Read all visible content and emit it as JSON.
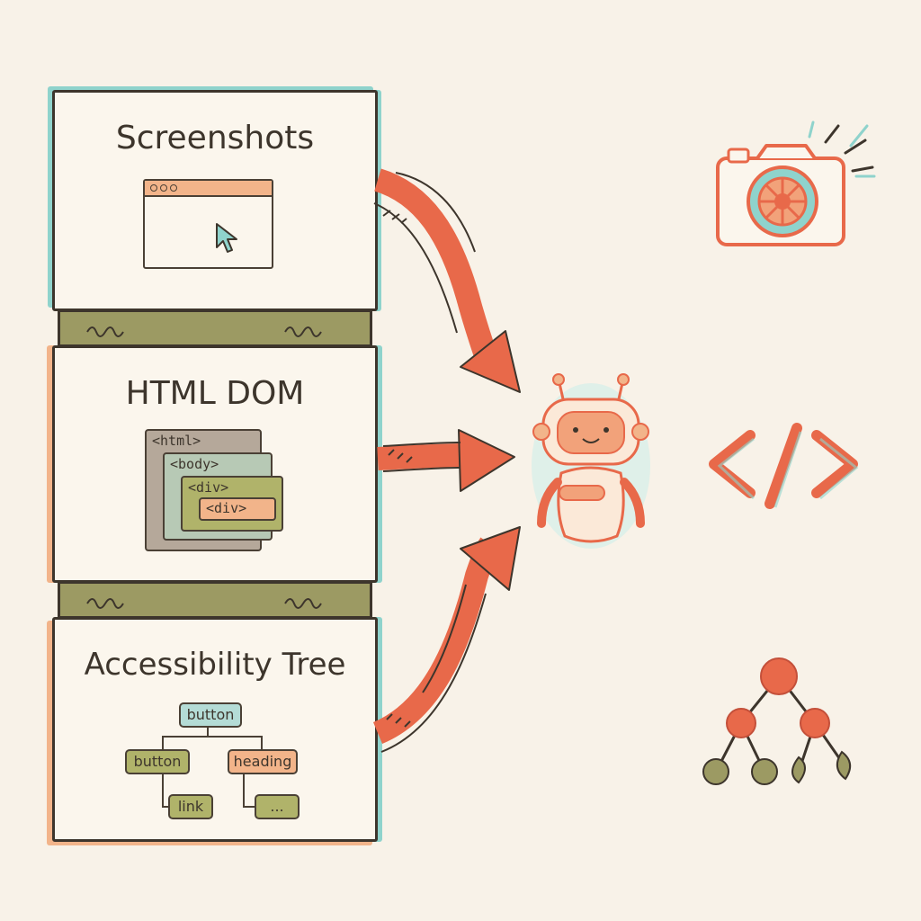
{
  "panels": {
    "screenshots": {
      "title": "Screenshots"
    },
    "html_dom": {
      "title": "HTML DOM",
      "tags": [
        "<html>",
        "<body>",
        "<div>",
        "<div>"
      ]
    },
    "accessibility_tree": {
      "title": "Accessibility Tree",
      "nodes": {
        "root": "button",
        "left": "button",
        "right": "heading",
        "left_child": "link",
        "right_child": "..."
      }
    }
  },
  "icons": {
    "camera": "camera-icon",
    "code": "code-brackets-icon",
    "tree": "tree-graph-icon",
    "agent": "robot-icon"
  },
  "colors": {
    "background": "#f8f2e8",
    "arrow": "#e8694a",
    "teal_glow": "#8fd3cc",
    "olive": "#9c9a63",
    "peach": "#f2b48a",
    "ink": "#3d352c"
  }
}
